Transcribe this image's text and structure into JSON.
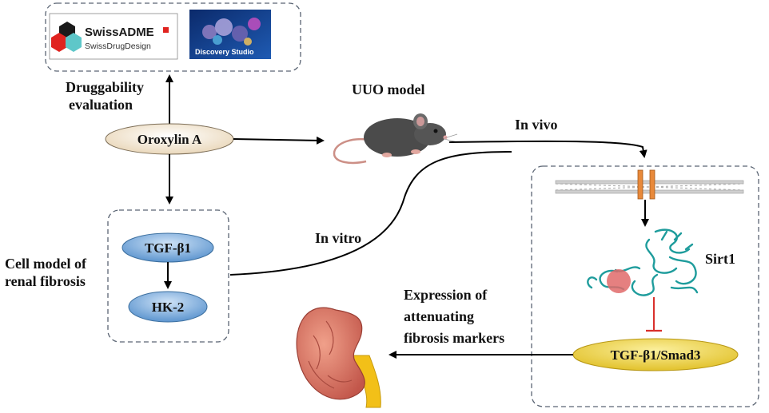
{
  "tools": {
    "swissadme_title": "SwissADME",
    "swissadme_sub": "SwissDrugDesign",
    "discovery_studio": "Discovery Studio"
  },
  "labels": {
    "druggability_line1": "Druggability",
    "druggability_line2": "evaluation",
    "compound": "Oroxylin A",
    "uuo_model": "UUO model",
    "in_vivo": "In vivo",
    "in_vitro": "In vitro",
    "cell_model_line1": "Cell model of",
    "cell_model_line2": "renal fibrosis",
    "tgf_b1": "TGF-β1",
    "hk2": "HK-2",
    "sirt1": "Sirt1",
    "pathway": "TGF-β1/Smad3",
    "expression_line1": "Expression of",
    "expression_line2": "attenuating",
    "expression_line3": "fibrosis markers"
  },
  "colors": {
    "compound_fill": "#f7ecd9",
    "cell_node_fill": "#7aaede",
    "pathway_fill": "#f1d548",
    "protein": "#22a3a3",
    "inhibition": "#d9302c",
    "channel": "#e8893a",
    "kidney": "#d9735f",
    "ureter": "#f2c018"
  }
}
